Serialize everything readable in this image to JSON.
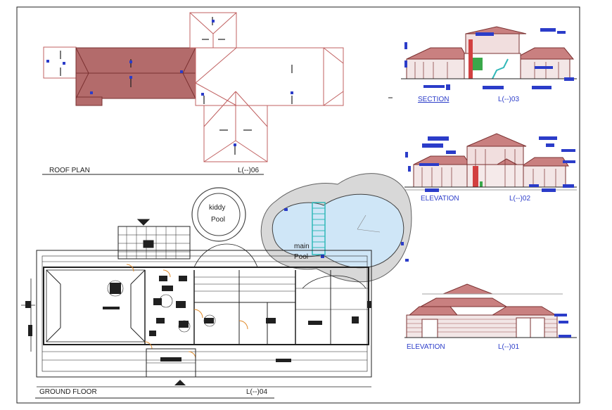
{
  "drawing": {
    "roof_plan": {
      "title": "ROOF PLAN",
      "ref": "L(--)06"
    },
    "section": {
      "title": "SECTION",
      "ref": "L(--)03"
    },
    "elevation_2": {
      "title": "ELEVATION",
      "ref": "L(--)02"
    },
    "elevation_1": {
      "title": "ELEVATION",
      "ref": "L(--)01"
    },
    "ground_floor": {
      "title": "GROUND FLOOR",
      "ref": "L(--)04"
    },
    "kiddy_pool": {
      "line1": "kiddy",
      "line2": "Pool"
    },
    "main_pool": {
      "line1": "main",
      "line2": "Pool"
    }
  },
  "colors": {
    "roof_fill": "#b36b6b",
    "roof_outline": "#c06060",
    "pool_water": "#cfe6f7",
    "pool_deck": "#d8d8d8",
    "annotation_blue": "#2b3cc9",
    "ladder_cyan": "#30b8b8",
    "ink": "#202020"
  }
}
